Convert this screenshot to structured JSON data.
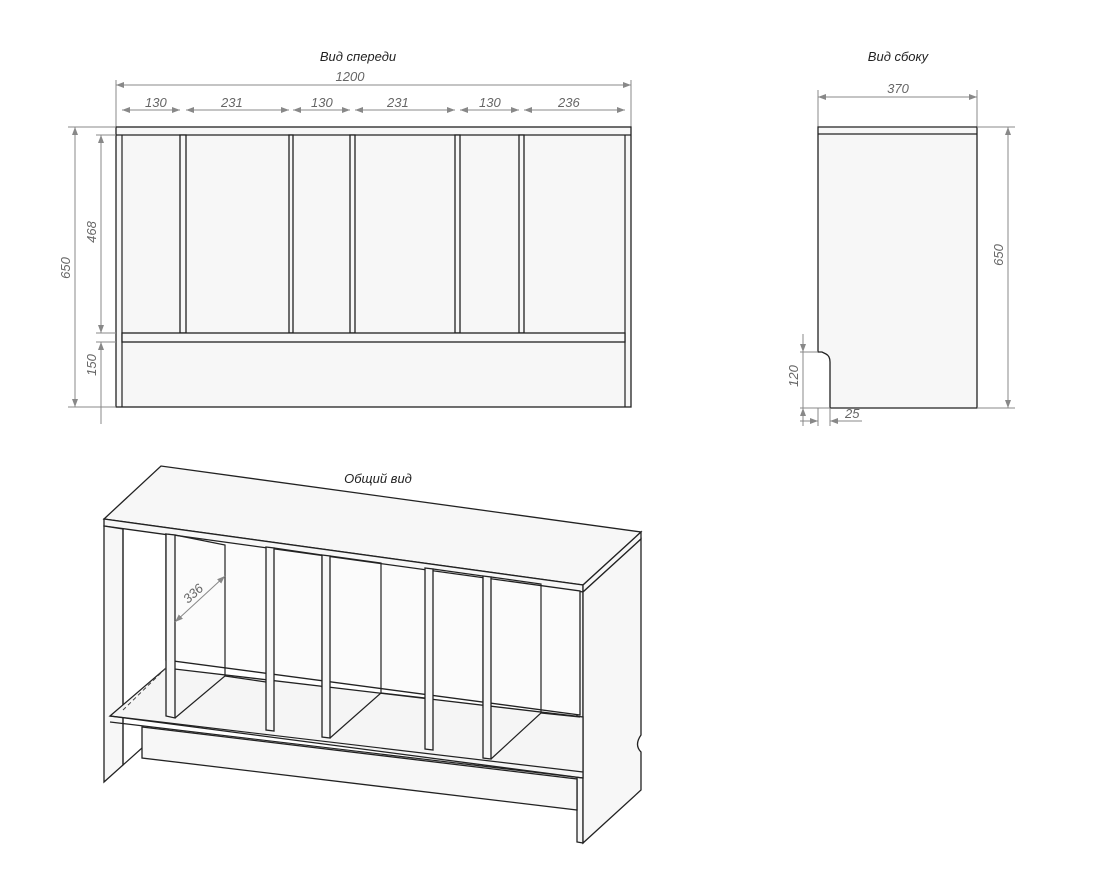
{
  "views": {
    "front": {
      "title": "Вид спереди",
      "total_width": "1200",
      "widths": [
        "130",
        "231",
        "130",
        "231",
        "130",
        "236"
      ],
      "height": "650",
      "compartment_height": "468",
      "plinth_height": "150"
    },
    "side": {
      "title": "Вид сбоку",
      "depth": "370",
      "height": "650",
      "notch_height": "120",
      "notch_depth": "25"
    },
    "iso": {
      "title": "Общий вид",
      "inner_depth": "336"
    }
  }
}
